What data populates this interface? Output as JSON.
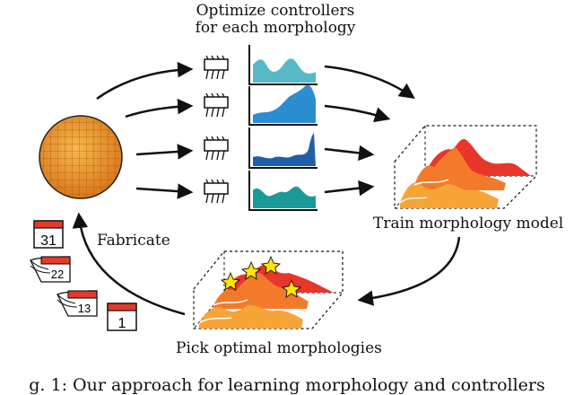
{
  "labels": {
    "optimize_line1": "Optimize controllers",
    "optimize_line2": "for each morphology",
    "train": "Train morphology model",
    "pick": "Pick optimal morphologies",
    "fabricate": "Fabricate",
    "caption": "g. 1: Our approach for learning morphology and controllers",
    "calendar_day_top": "31",
    "calendar_day_peel1": "22",
    "calendar_day_peel2": "13",
    "calendar_day_bottom": "1"
  },
  "colors": {
    "plot_teal_light": "#58b9c6",
    "plot_blue": "#2b8ed1",
    "plot_navy": "#1f5ea8",
    "plot_teal": "#1c9a99",
    "surface_red": "#e8362b",
    "surface_orange": "#f37a2a",
    "surface_light": "#f7a437",
    "wafer": "#e59a2a",
    "star": "#ffe600"
  }
}
